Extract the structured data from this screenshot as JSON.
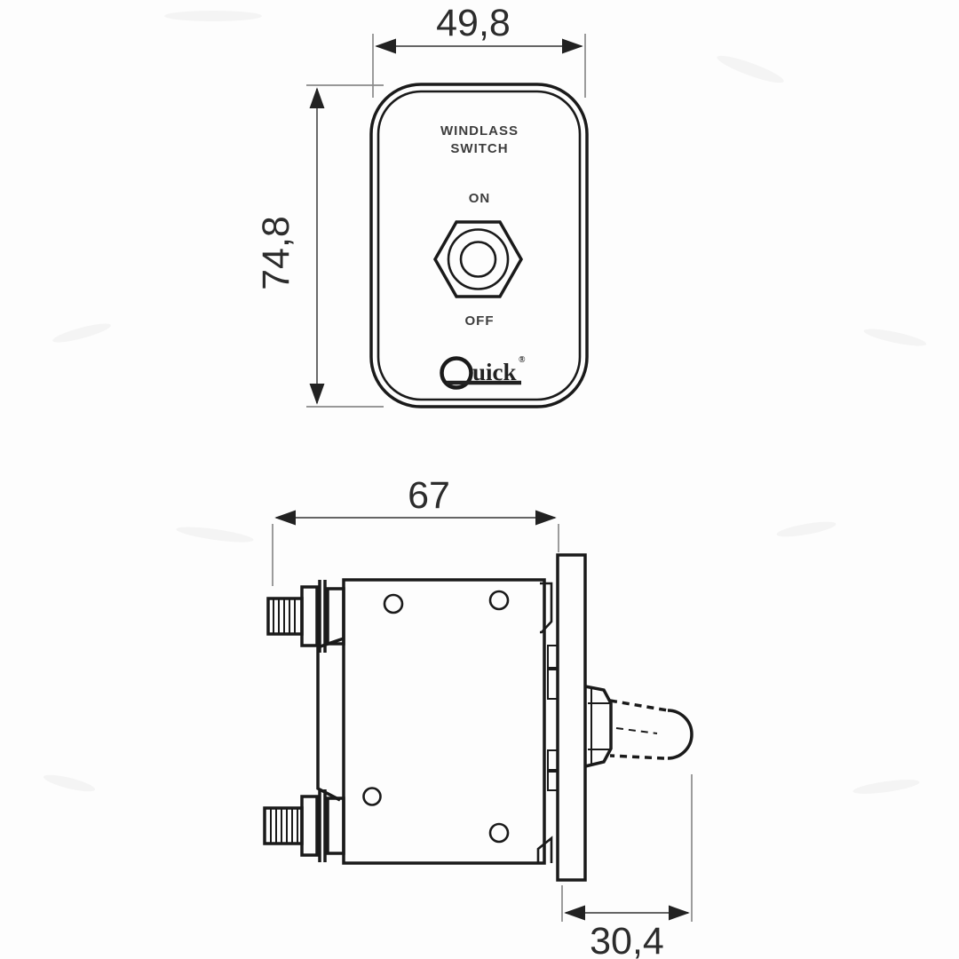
{
  "drawing": {
    "title": "Windlass switch dimensional drawing",
    "line_color": "#1a1a1a",
    "dim_line_color": "#4f4f4f",
    "ext_line_color": "#8a8a8a",
    "background": "#fdfdfd"
  },
  "front_view": {
    "label_line1": "WINDLASS",
    "label_line2": "SWITCH",
    "on_label": "ON",
    "off_label": "OFF"
  },
  "brand": {
    "q_letter": "Q",
    "rest": "uick",
    "mark": "®"
  },
  "dimensions": {
    "front_width": "49,8",
    "front_height": "74,8",
    "side_width": "67",
    "side_depth": "30,4"
  }
}
